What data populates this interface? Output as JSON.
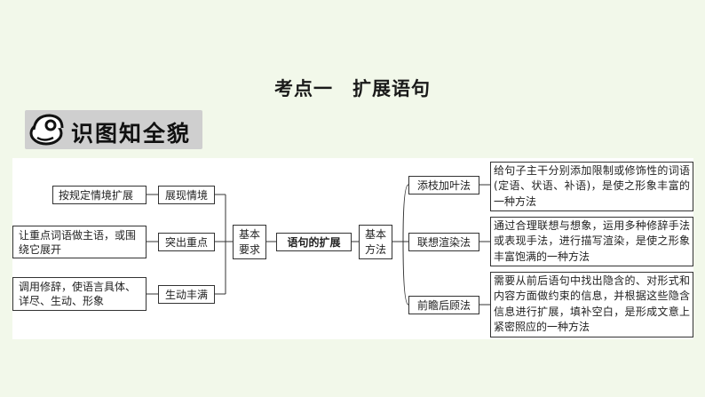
{
  "title": "考点一　扩展语句",
  "banner": {
    "text": "识图知全貌",
    "icon": "face-icon"
  },
  "diagram": {
    "center": "语句的扩展",
    "left_hub": [
      "基本",
      "要求"
    ],
    "right_hub": [
      "基本",
      "方法"
    ],
    "requirements": [
      {
        "label": "展现情境",
        "detail": "按规定情境扩展"
      },
      {
        "label": "突出重点",
        "detail": "让重点词语做主语，或围绕它展开"
      },
      {
        "label": "生动丰满",
        "detail": "调用修辞，使语言具体、详尽、生动、形象"
      }
    ],
    "methods": [
      {
        "label": "添枝加叶法",
        "detail": "给句子主干分别添加限制或修饰性的词语(定语、状语、补语)，是使之形象丰富的一种方法"
      },
      {
        "label": "联想渲染法",
        "detail": "通过合理联想与想象，运用多种修辞手法或表现手法，进行描写渲染，是使之形象丰富饱满的一种方法"
      },
      {
        "label": "前瞻后顾法",
        "detail": "需要从前后语句中找出隐含的、对形式和内容方面做约束的信息，并根据这些隐含信息进行扩展，填补空白，是形成文意上紧密照应的一种方法"
      }
    ]
  }
}
